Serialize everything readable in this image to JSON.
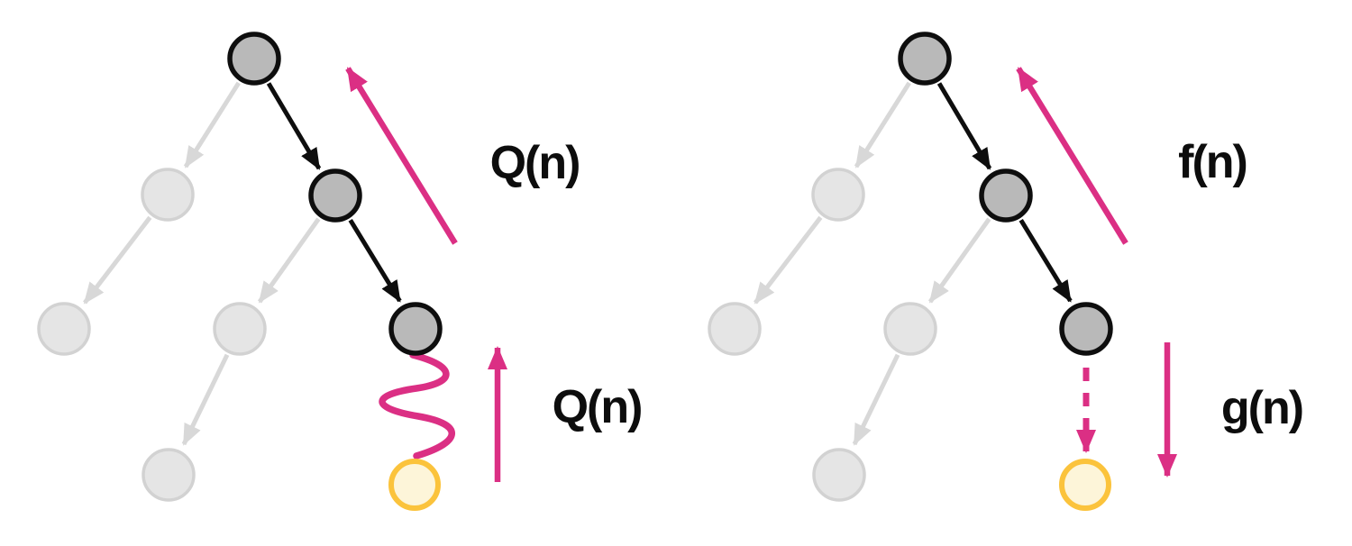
{
  "page": {
    "background": "#ffffff"
  },
  "colors": {
    "page_bg": "#ffffff",
    "pink_accent": "#db2f84",
    "node_dark_fill": "#b9b9b9",
    "node_dark_stroke": "#0e0e0e",
    "node_light_fill": "#e5e5e5",
    "node_light_stroke": "#d2d2d2",
    "edge_dark": "#0e0e0e",
    "edge_light": "#d8d8d8",
    "goal_fill": "#fdf5d9",
    "goal_stroke": "#fbc33c",
    "label_color": "#0d0d0d"
  },
  "left_diagram": {
    "path_cost_label": "Q(n)",
    "remaining_cost_label": "Q(n)"
  },
  "right_diagram": {
    "path_cost_label": "f(n)",
    "remaining_cost_label": "g(n)"
  }
}
